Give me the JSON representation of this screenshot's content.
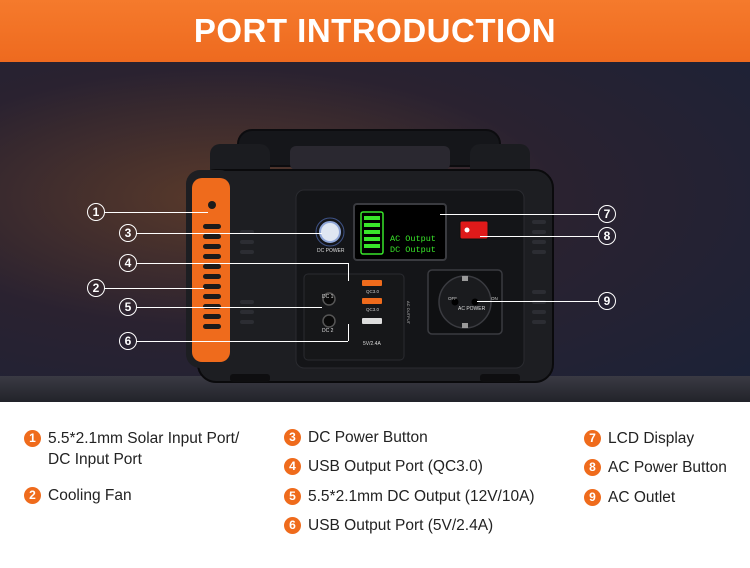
{
  "header": {
    "title": "PORT INTRODUCTION"
  },
  "device": {
    "dc_power_label": "DC POWER",
    "lcd_line1": "AC Output",
    "lcd_line2": "DC Output",
    "ac_power_label": "AC POWER",
    "ac_off_label": "OFF",
    "ac_on_label": "ON",
    "qc_label_1": "QC3.0",
    "qc_label_2": "QC3.0",
    "usb_5v_label": "5V/2.4A",
    "dc1_label": "DC 1",
    "dc2_label": "DC 2",
    "ac_output_label": "AC OUTPUT"
  },
  "callouts": [
    "1",
    "2",
    "3",
    "4",
    "5",
    "6",
    "7",
    "8",
    "9"
  ],
  "legend": [
    {
      "num": "1",
      "text": "5.5*2.1mm Solar Input Port/\nDC Input Port"
    },
    {
      "num": "2",
      "text": "Cooling Fan"
    },
    {
      "num": "3",
      "text": "DC Power Button"
    },
    {
      "num": "4",
      "text": "USB Output Port (QC3.0)"
    },
    {
      "num": "5",
      "text": "5.5*2.1mm DC Output (12V/10A)"
    },
    {
      "num": "6",
      "text": "USB Output Port (5V/2.4A)"
    },
    {
      "num": "7",
      "text": "LCD Display"
    },
    {
      "num": "8",
      "text": "AC Power Button"
    },
    {
      "num": "9",
      "text": "AC Outlet"
    }
  ],
  "colors": {
    "accent": "#ef6b1c",
    "lcd_green": "#39e62a",
    "switch_red": "#e01a1a"
  }
}
